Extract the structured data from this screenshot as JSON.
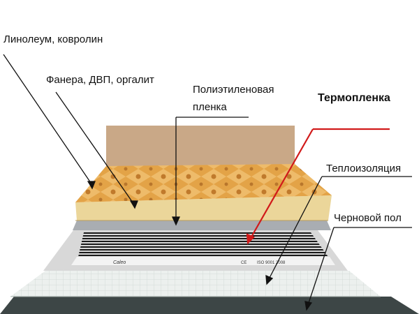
{
  "labels": {
    "linoleum": "Линолеум, ковролин",
    "plywood": "Фанера, ДВП, оргалит",
    "polyethylene_line1": "Полиэтиленовая",
    "polyethylene_line2": "пленка",
    "thermofilm": "Термопленка",
    "insulation": "Теплоизоляция",
    "rough_floor": "Черновой пол"
  },
  "film_print": {
    "brand": "Caleo",
    "codes": [
      "CE",
      "ISO 9001 2008"
    ]
  },
  "colors": {
    "thermofilm_leader": "#d11a1a",
    "leader": "#111111",
    "wall": "#c9a887",
    "linoleum": "#e3a347",
    "plywood": "#ebd69a",
    "film_base": "#d8d8d8",
    "film_stripes": "#1a1a1a",
    "insulation": "#ecf0ee",
    "rough_floor": "#3d4646"
  }
}
